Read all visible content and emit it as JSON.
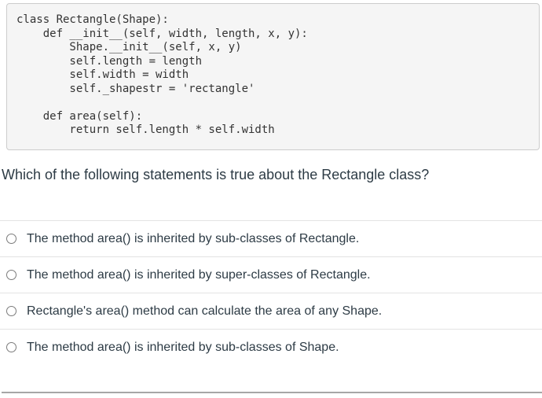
{
  "code_block": {
    "lines": [
      "class Rectangle(Shape):",
      "    def __init__(self, width, length, x, y):",
      "        Shape.__init__(self, x, y)",
      "        self.length = length",
      "        self.width = width",
      "        self._shapestr = 'rectangle'",
      "",
      "    def area(self):",
      "        return self.length * self.width"
    ]
  },
  "question": {
    "text": "Which of the following statements is true about the Rectangle class?"
  },
  "answers": [
    {
      "label": "The method area() is inherited by sub-classes of Rectangle.",
      "selected": false
    },
    {
      "label": "The method area() is inherited by super-classes of Rectangle.",
      "selected": false
    },
    {
      "label": "Rectangle's area() method can calculate the area of any Shape.",
      "selected": false
    },
    {
      "label": "The method area() is inherited by sub-classes of Shape.",
      "selected": false
    }
  ],
  "colors": {
    "code_background": "#f5f5f5",
    "code_border": "#cccccc",
    "code_text": "#333333",
    "body_text": "#2d3b45",
    "divider": "#e3e3e3",
    "bottom_bar": "#a6a6a6"
  }
}
